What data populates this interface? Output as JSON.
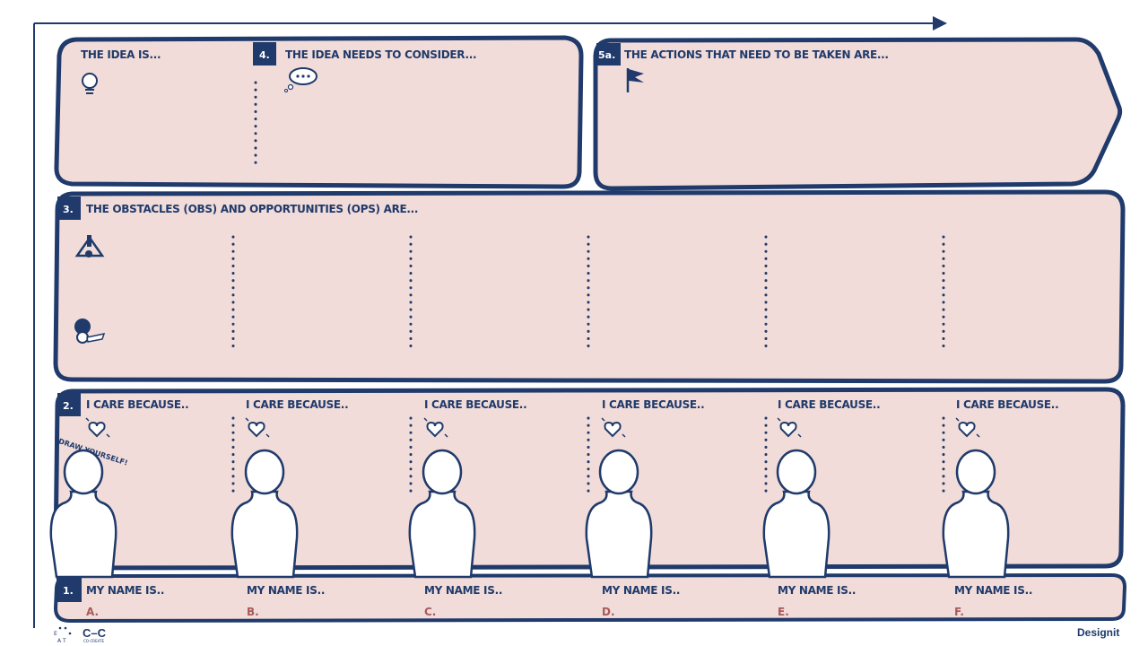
{
  "colors": {
    "navy": "#1f3a6b",
    "pink": "#f2dcd9",
    "letter": "#a85a5a"
  },
  "idea": {
    "title": "THE IDEA IS...",
    "icon": "lightbulb-icon"
  },
  "consider": {
    "tag": "4.",
    "title": "THE IDEA NEEDS TO CONSIDER...",
    "icon": "thought-bubble-icon"
  },
  "actions": {
    "tag": "5a.",
    "title": "THE ACTIONS THAT NEED TO BE TAKEN ARE...",
    "icon": "flag-icon"
  },
  "obstacles": {
    "tag": "3.",
    "title": "THE OBSTACLES (OBS) AND OPPORTUNITIES (OPS) ARE...",
    "icons": [
      "warning-icon",
      "key-icon"
    ]
  },
  "care": {
    "tag": "2.",
    "labels": [
      "I CARE BECAUSE..",
      "I CARE BECAUSE..",
      "I CARE BECAUSE..",
      "I CARE BECAUSE..",
      "I CARE BECAUSE..",
      "I CARE BECAUSE.."
    ],
    "draw_yourself": "DRAW YOURSELF!"
  },
  "names": {
    "tag": "1.",
    "labels": [
      "MY NAME IS..",
      "MY NAME IS..",
      "MY NAME IS..",
      "MY NAME IS..",
      "MY NAME IS..",
      "MY NAME IS.."
    ],
    "letters": [
      "A.",
      "B.",
      "C.",
      "D.",
      "E.",
      "F."
    ]
  },
  "footer": {
    "eat_logo": "EAT",
    "cocreate_logo": "C–C",
    "cocreate_sub": "CO-CREATE",
    "brand": "Designit"
  }
}
